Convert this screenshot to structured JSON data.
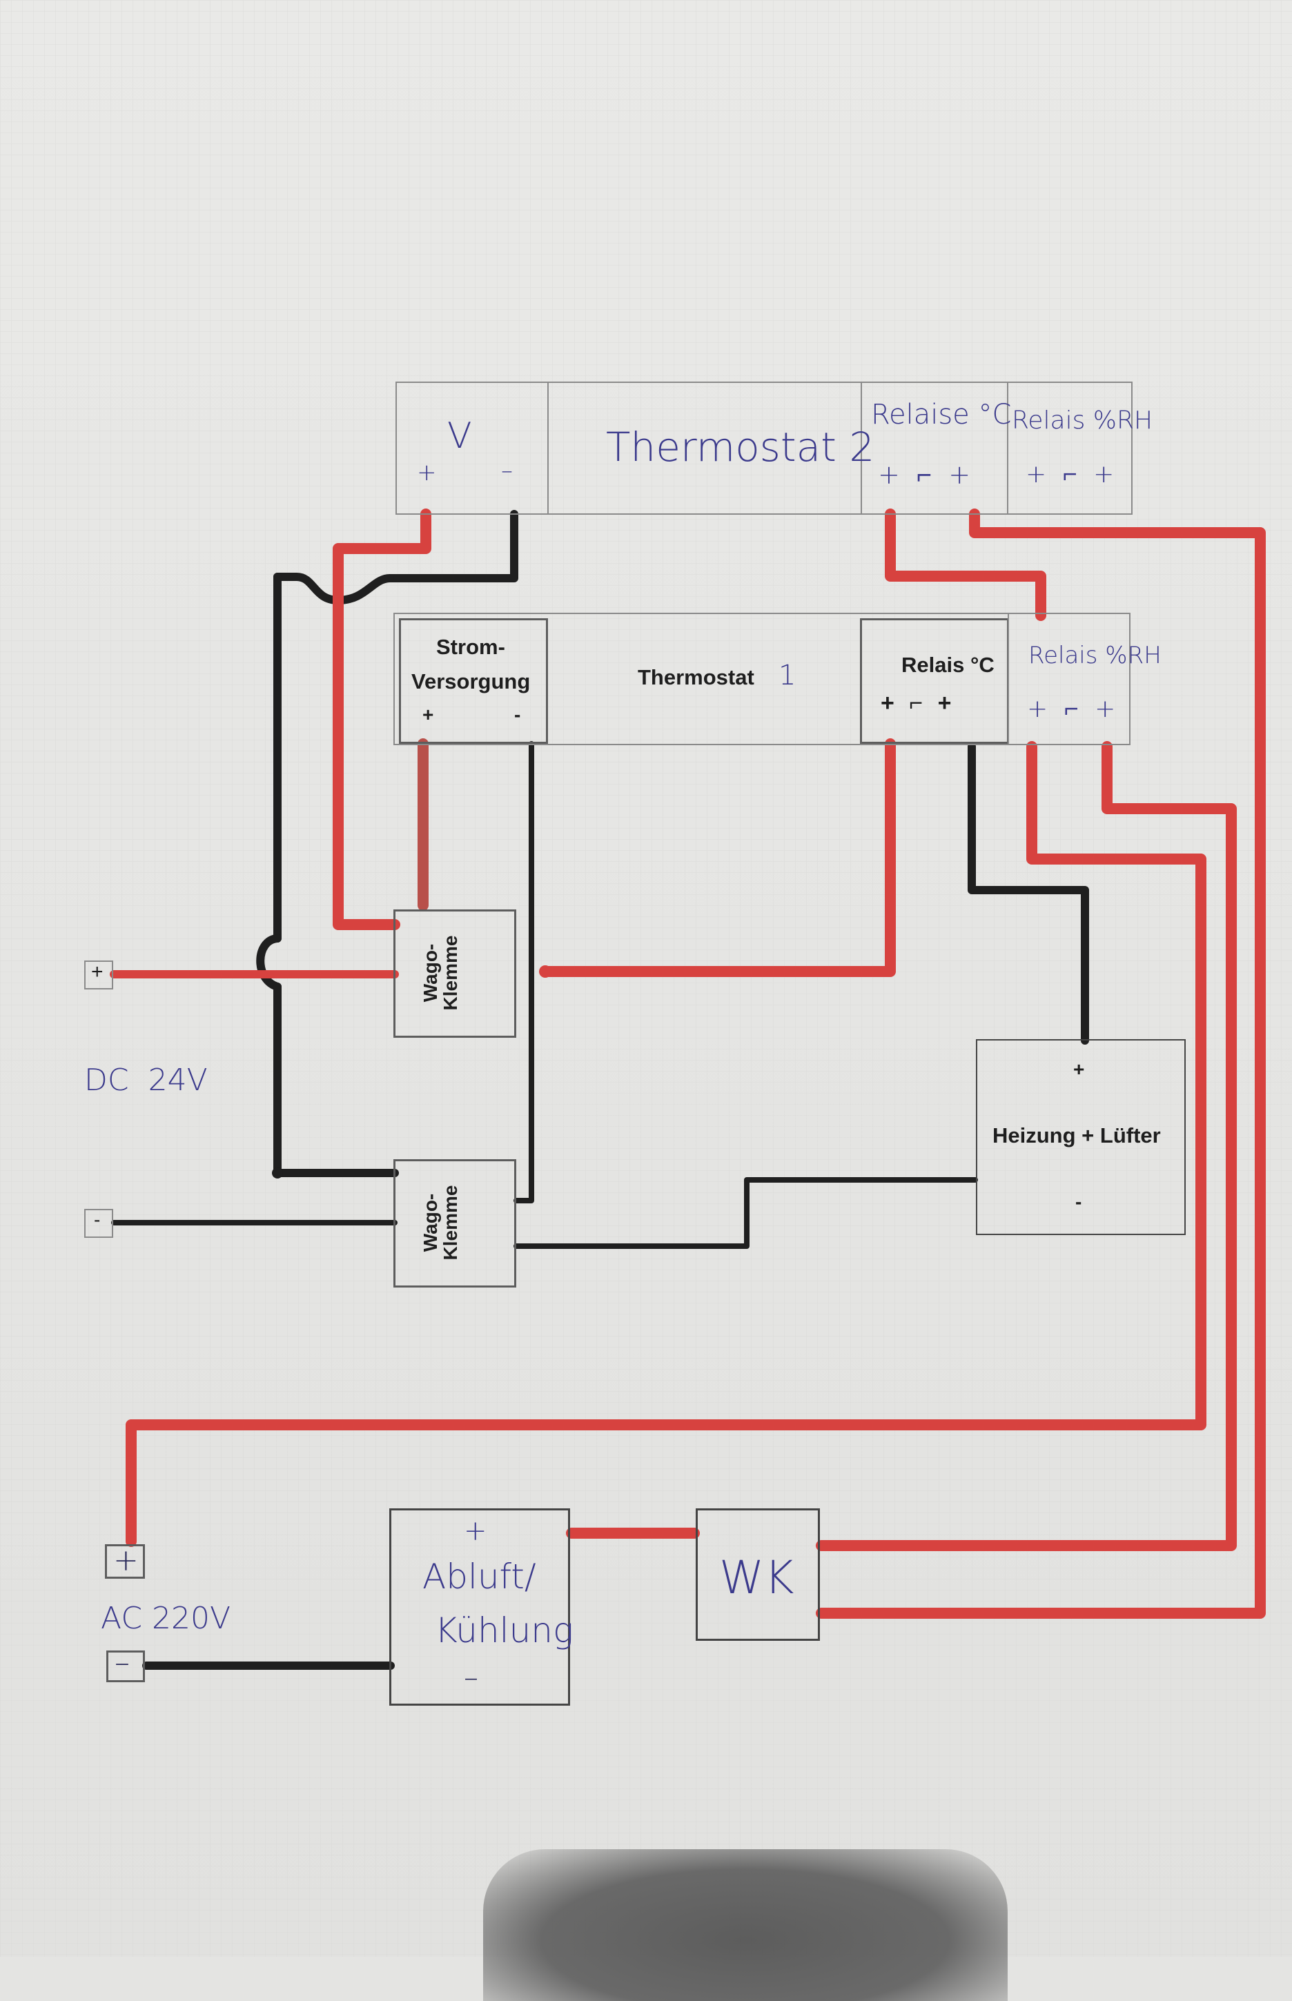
{
  "thermostat2": {
    "v_label": "V",
    "plus": "+",
    "minus": "–",
    "title": "Thermostat 2",
    "relay_c_label": "Relaise °C",
    "relay_c_terms": "+ ⌐ +",
    "relay_rh_label": "Relais %RH",
    "relay_rh_terms": "+ ⌐ +"
  },
  "thermostat1": {
    "power_line1": "Strom-",
    "power_line2": "Versorgung",
    "power_plus": "+",
    "power_minus": "-",
    "title": "Thermostat",
    "title_number": "1",
    "relay_c_label": "Relais °C",
    "relay_c_terms": "+ ⌐ +",
    "relay_rh_label": "Relais %RH",
    "relay_rh_terms": "+ ⌐ +"
  },
  "wago": {
    "line1": "Wago-",
    "line2": "Klemme"
  },
  "heater": {
    "plus": "+",
    "label": "Heizung + Lüfter",
    "minus": "-"
  },
  "dc_source": {
    "label": "DC  24V",
    "plus": "+",
    "minus": "-"
  },
  "ac_source": {
    "label": "AC 220V",
    "plus": "+",
    "minus": "–"
  },
  "exhaust": {
    "plus": "+",
    "line1": "Abluft/",
    "line2": "Kühlung",
    "minus": "–"
  },
  "wk": {
    "label": "WK"
  },
  "colors": {
    "wire_red": "#d7423f",
    "wire_black": "#1f1f1f",
    "ink_blue": "#3b3a8c",
    "box_stroke": "#5d5d5d"
  }
}
